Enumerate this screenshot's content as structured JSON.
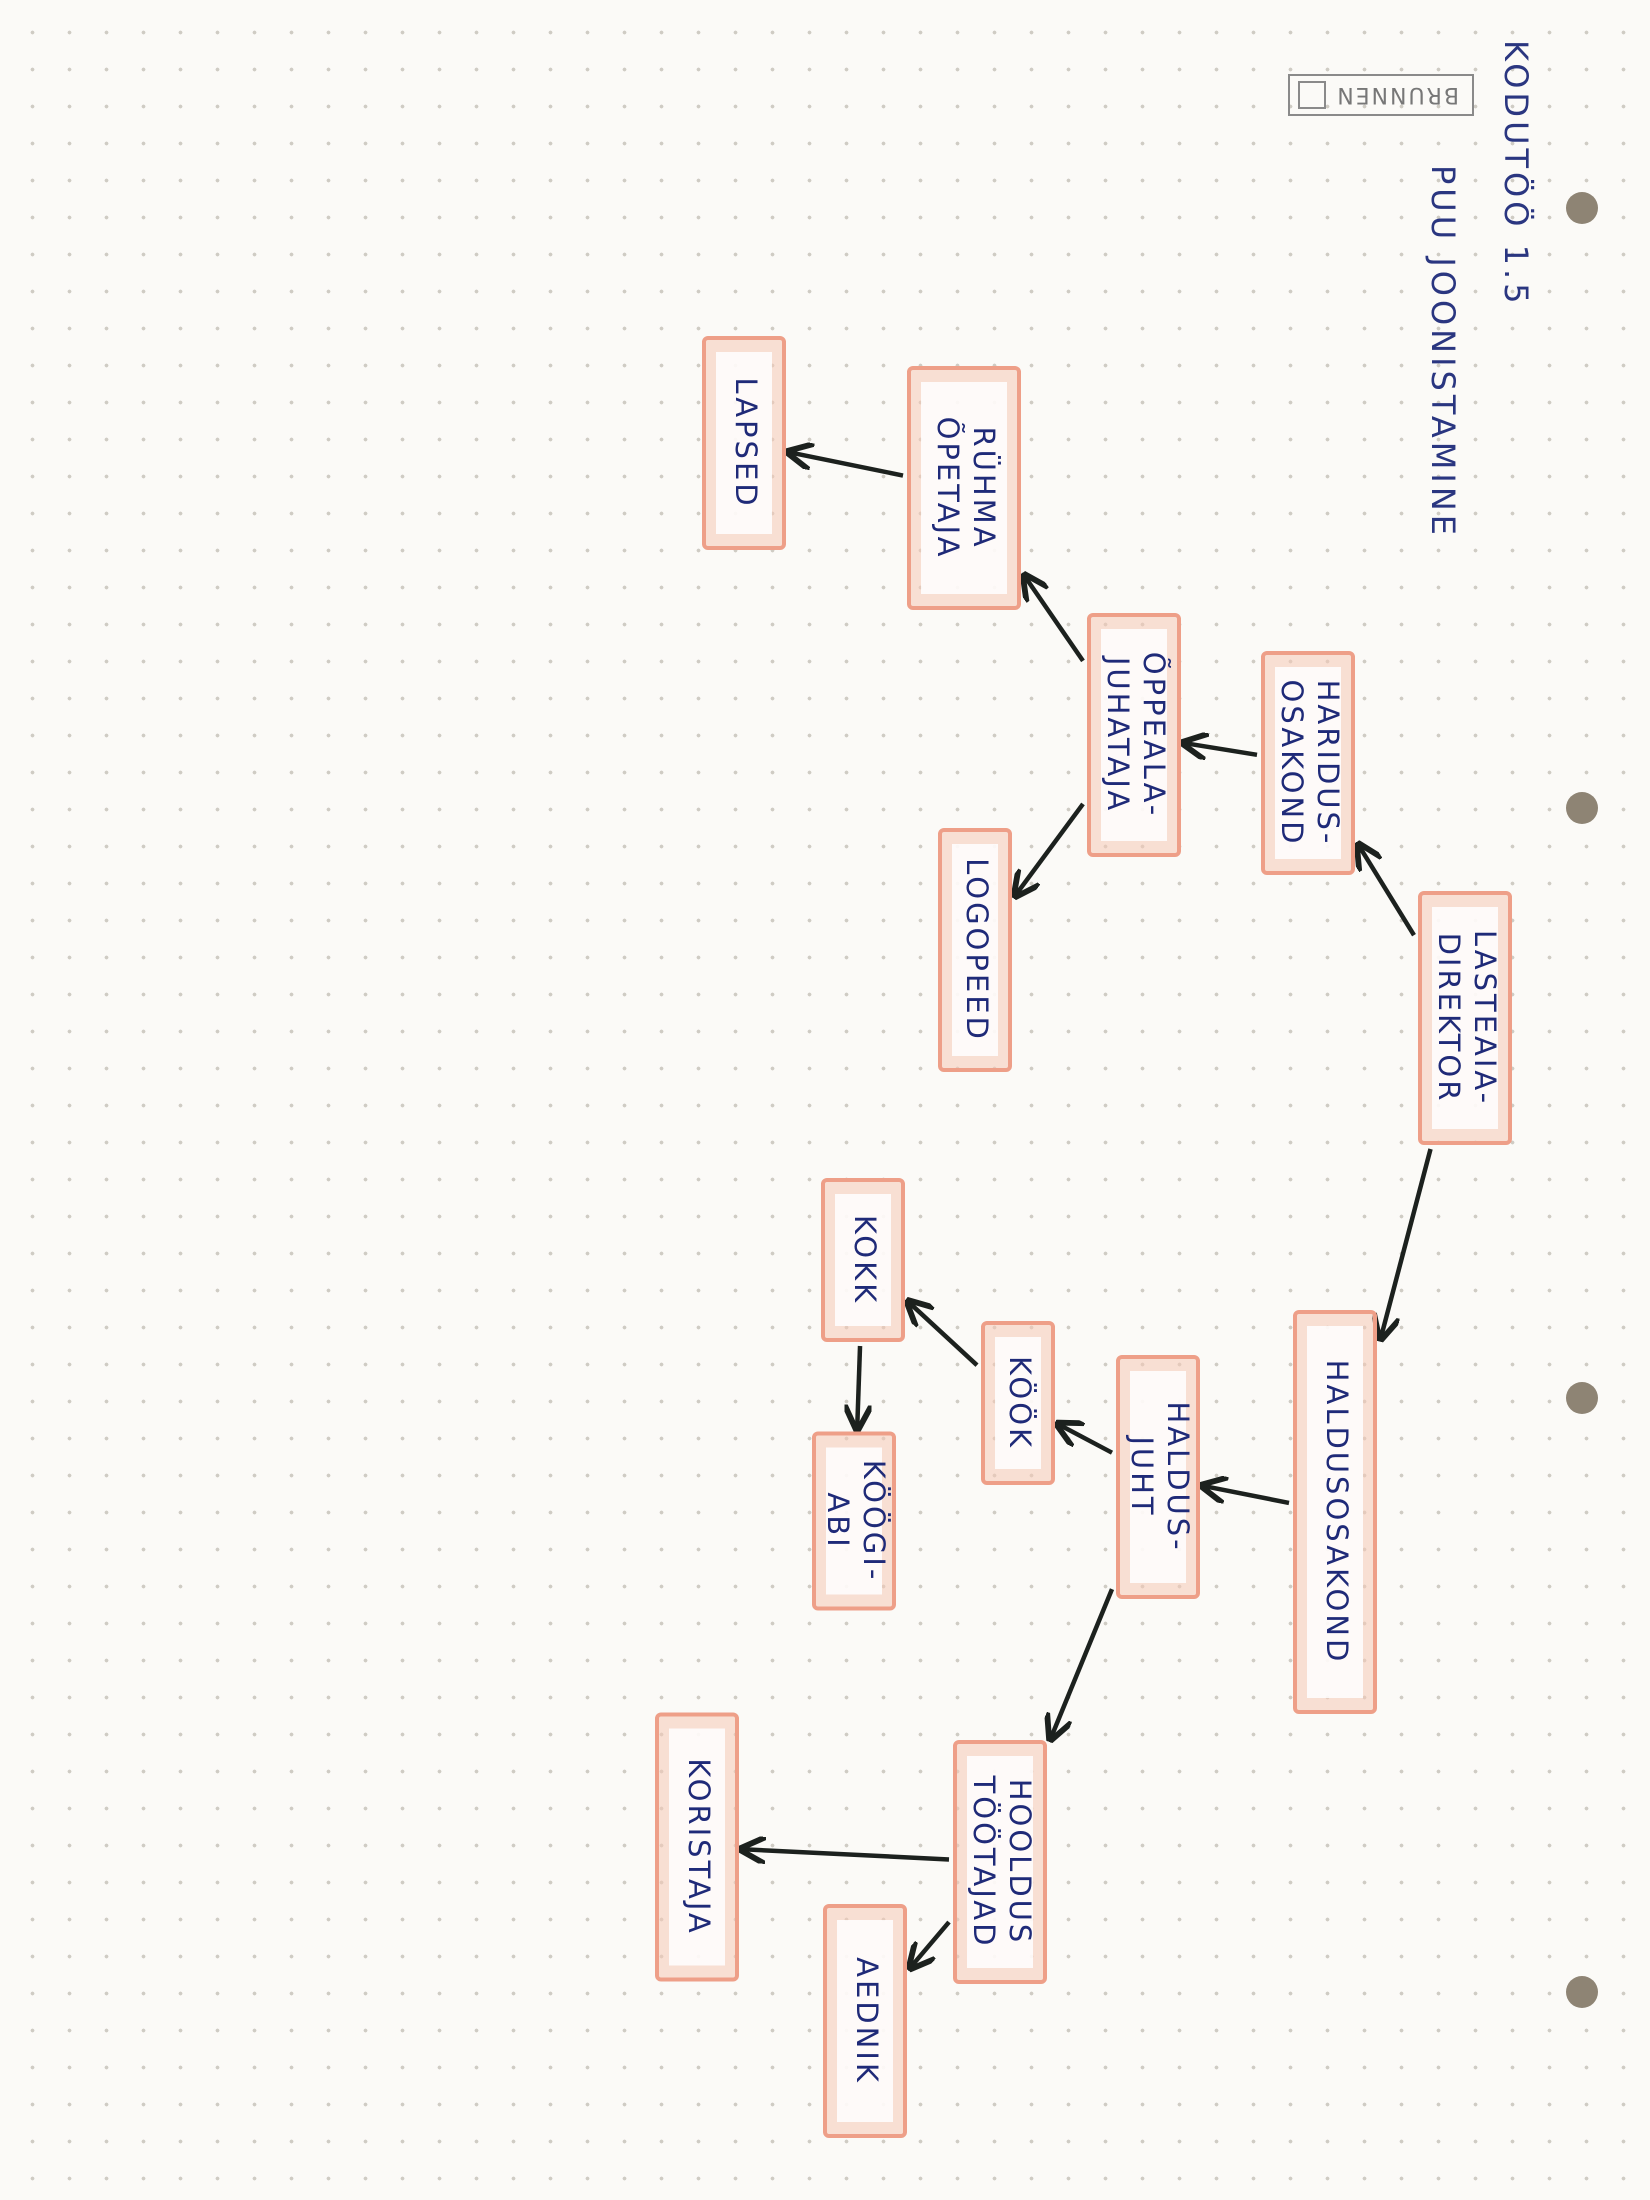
{
  "header": {
    "title": "KODUTÖÖ 1.5",
    "subtitle": "PUU JOONISTAMINE",
    "brand": "BRUNNEN"
  },
  "colors": {
    "node_fill": "#f6c8b6",
    "node_border": "#ee9f88",
    "text": "#1f2a78",
    "edge": "#1c211e",
    "paper": "#fbfaf7"
  },
  "nodes": [
    {
      "id": "lasteaia-direktor",
      "lines": [
        "LASTEAIA-",
        "DIREKTOR"
      ]
    },
    {
      "id": "haridus-osakond",
      "lines": [
        "HARIDUS-",
        "OSAKOND"
      ]
    },
    {
      "id": "haldusosakond",
      "lines": [
        "HALDUSOSAKOND"
      ]
    },
    {
      "id": "oppeala-juhataja",
      "lines": [
        "ÕPPEALA-",
        "JUHATAJA"
      ]
    },
    {
      "id": "ruhma-opetaja",
      "lines": [
        "RÜHMA",
        "ÕPETAJA"
      ]
    },
    {
      "id": "lapsed",
      "lines": [
        "LAPSED"
      ]
    },
    {
      "id": "logopeed",
      "lines": [
        "LOGOPEED"
      ]
    },
    {
      "id": "haldus-juht",
      "lines": [
        "HALDUS-",
        "JUHT"
      ]
    },
    {
      "id": "kook",
      "lines": [
        "KÖÖK"
      ]
    },
    {
      "id": "kokk",
      "lines": [
        "KOKK"
      ]
    },
    {
      "id": "koogi-abi",
      "lines": [
        "KÖÖGI-",
        "ABI"
      ]
    },
    {
      "id": "hooldus-tootajad",
      "lines": [
        "HOOLDUS",
        "TÖÖTAJAD"
      ]
    },
    {
      "id": "koristaja",
      "lines": [
        "KORISTAJA"
      ]
    },
    {
      "id": "aednik",
      "lines": [
        "AEDNIK"
      ]
    }
  ],
  "edges": [
    {
      "from": "lasteaia-direktor",
      "to": "haridus-osakond"
    },
    {
      "from": "lasteaia-direktor",
      "to": "haldusosakond"
    },
    {
      "from": "haridus-osakond",
      "to": "oppeala-juhataja"
    },
    {
      "from": "oppeala-juhataja",
      "to": "ruhma-opetaja"
    },
    {
      "from": "oppeala-juhataja",
      "to": "logopeed"
    },
    {
      "from": "ruhma-opetaja",
      "to": "lapsed"
    },
    {
      "from": "haldusosakond",
      "to": "haldus-juht"
    },
    {
      "from": "haldus-juht",
      "to": "kook"
    },
    {
      "from": "haldus-juht",
      "to": "hooldus-tootajad"
    },
    {
      "from": "kook",
      "to": "kokk"
    },
    {
      "from": "kokk",
      "to": "koogi-abi"
    },
    {
      "from": "hooldus-tootajad",
      "to": "koristaja"
    },
    {
      "from": "hooldus-tootajad",
      "to": "aednik"
    }
  ]
}
